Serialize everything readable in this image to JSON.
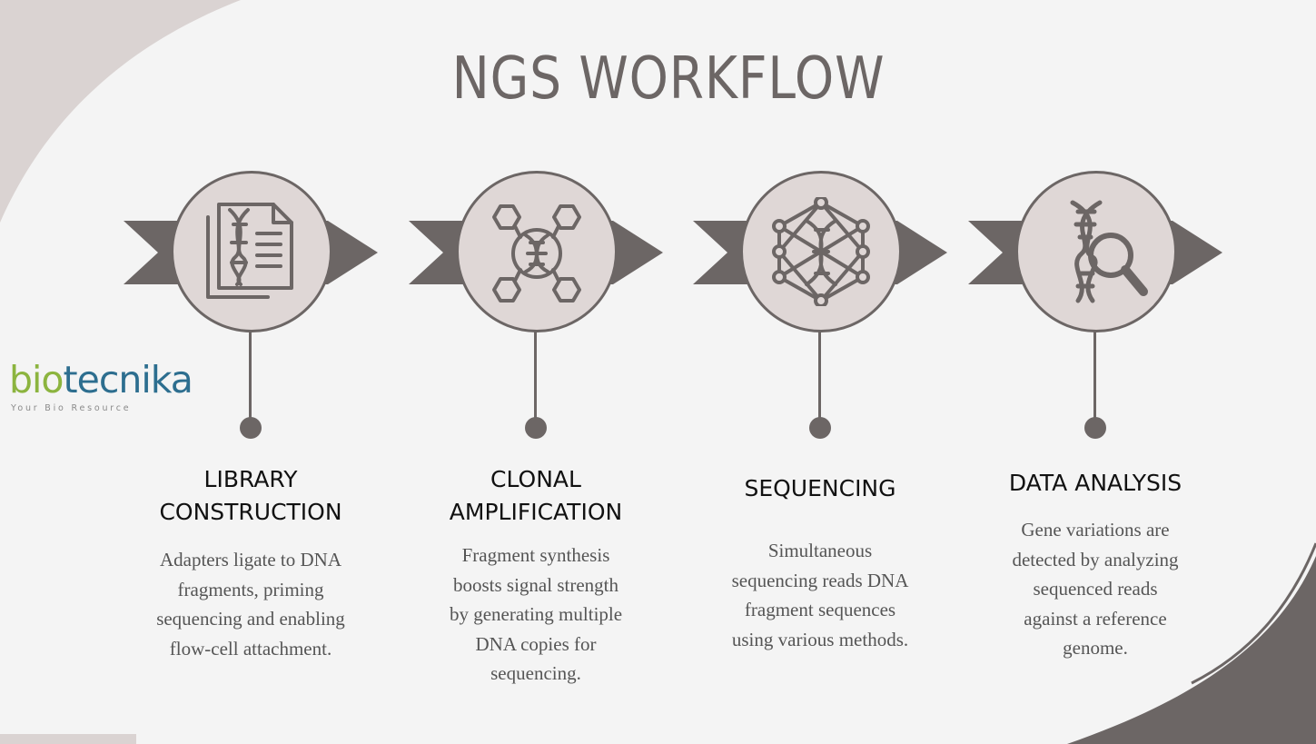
{
  "title": "NGS WORKFLOW",
  "colors": {
    "primary": "#6c6665",
    "circle_fill": "#dfd7d6",
    "background": "#f4f4f4",
    "accent_light": "#dad3d2"
  },
  "logo": {
    "word_part1": "bio",
    "word_part2": "tecnika",
    "tagline": "Your Bio Resource"
  },
  "steps": [
    {
      "label": "LIBRARY\nCONSTRUCTION",
      "description": "Adapters ligate to DNA\nfragments, priming\nsequencing and enabling\nflow-cell attachment.",
      "icon": "dna-document-icon"
    },
    {
      "label": "CLONAL\nAMPLIFICATION",
      "description": "Fragment synthesis\nboosts signal strength\nby generating multiple\nDNA copies for\nsequencing.",
      "icon": "dna-network-icon"
    },
    {
      "label": "SEQUENCING",
      "description": "Simultaneous\nsequencing reads DNA\nfragment sequences\nusing various methods.",
      "icon": "dna-hexagon-network-icon"
    },
    {
      "label": "DATA ANALYSIS",
      "description": "Gene variations are\ndetected by analyzing\nsequenced reads\nagainst a reference\ngenome.",
      "icon": "dna-magnifier-icon"
    }
  ]
}
